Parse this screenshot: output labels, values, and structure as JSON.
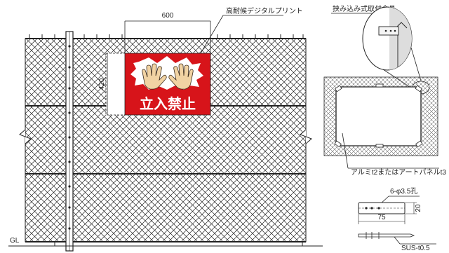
{
  "dimensions": {
    "width_label": "600",
    "height_label": "420"
  },
  "sign": {
    "text": "立入禁止",
    "color_bg": "#d7141a",
    "color_text": "#ffffff",
    "icon": "raised-hands-icon"
  },
  "callouts": {
    "print_label": "高耐候デジタルプリント",
    "clamp_label": "挟み込み式取付金具",
    "panel_label": "アルミt2またはアートパネルt3",
    "holes_label": "6-φ3.5孔",
    "plate_label": "SUS-t0.5",
    "ground_label": "GL"
  },
  "detail": {
    "plate_width": "75",
    "plate_height": "20"
  }
}
